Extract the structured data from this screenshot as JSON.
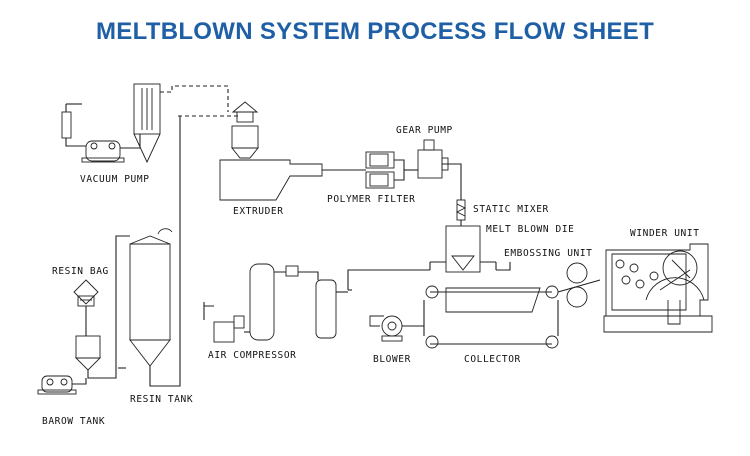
{
  "title": "MELTBLOWN SYSTEM PROCESS FLOW SHEET",
  "labels": {
    "vacuum_pump": "VACUUM PUMP",
    "extruder": "EXTRUDER",
    "polymer_filter": "POLYMER FILTER",
    "gear_pump": "GEAR PUMP",
    "static_mixer": "STATIC MIXER",
    "melt_blown_die": "MELT BLOWN DIE",
    "embossing_unit": "EMBOSSING UNIT",
    "winder_unit": "WINDER UNIT",
    "resin_bag": "RESIN BAG",
    "resin_tank": "RESIN TANK",
    "barow_tank": "BAROW TANK",
    "air_compressor": "AIR COMPRESSOR",
    "blower": "BLOWER",
    "collector": "COLLECTOR"
  },
  "colors": {
    "title": "#1f5fa6",
    "extruder": "#2ca02c",
    "filter": "#2ca02c",
    "gear_pump": "#3cb03c",
    "die": "#2ca02c",
    "resin": "#f2f230",
    "air_compressor": "#2a5fc8",
    "heater": "#e83030",
    "rollers": "#e83030",
    "winder": "#f0e020",
    "die_nozzle": "#e83030"
  }
}
